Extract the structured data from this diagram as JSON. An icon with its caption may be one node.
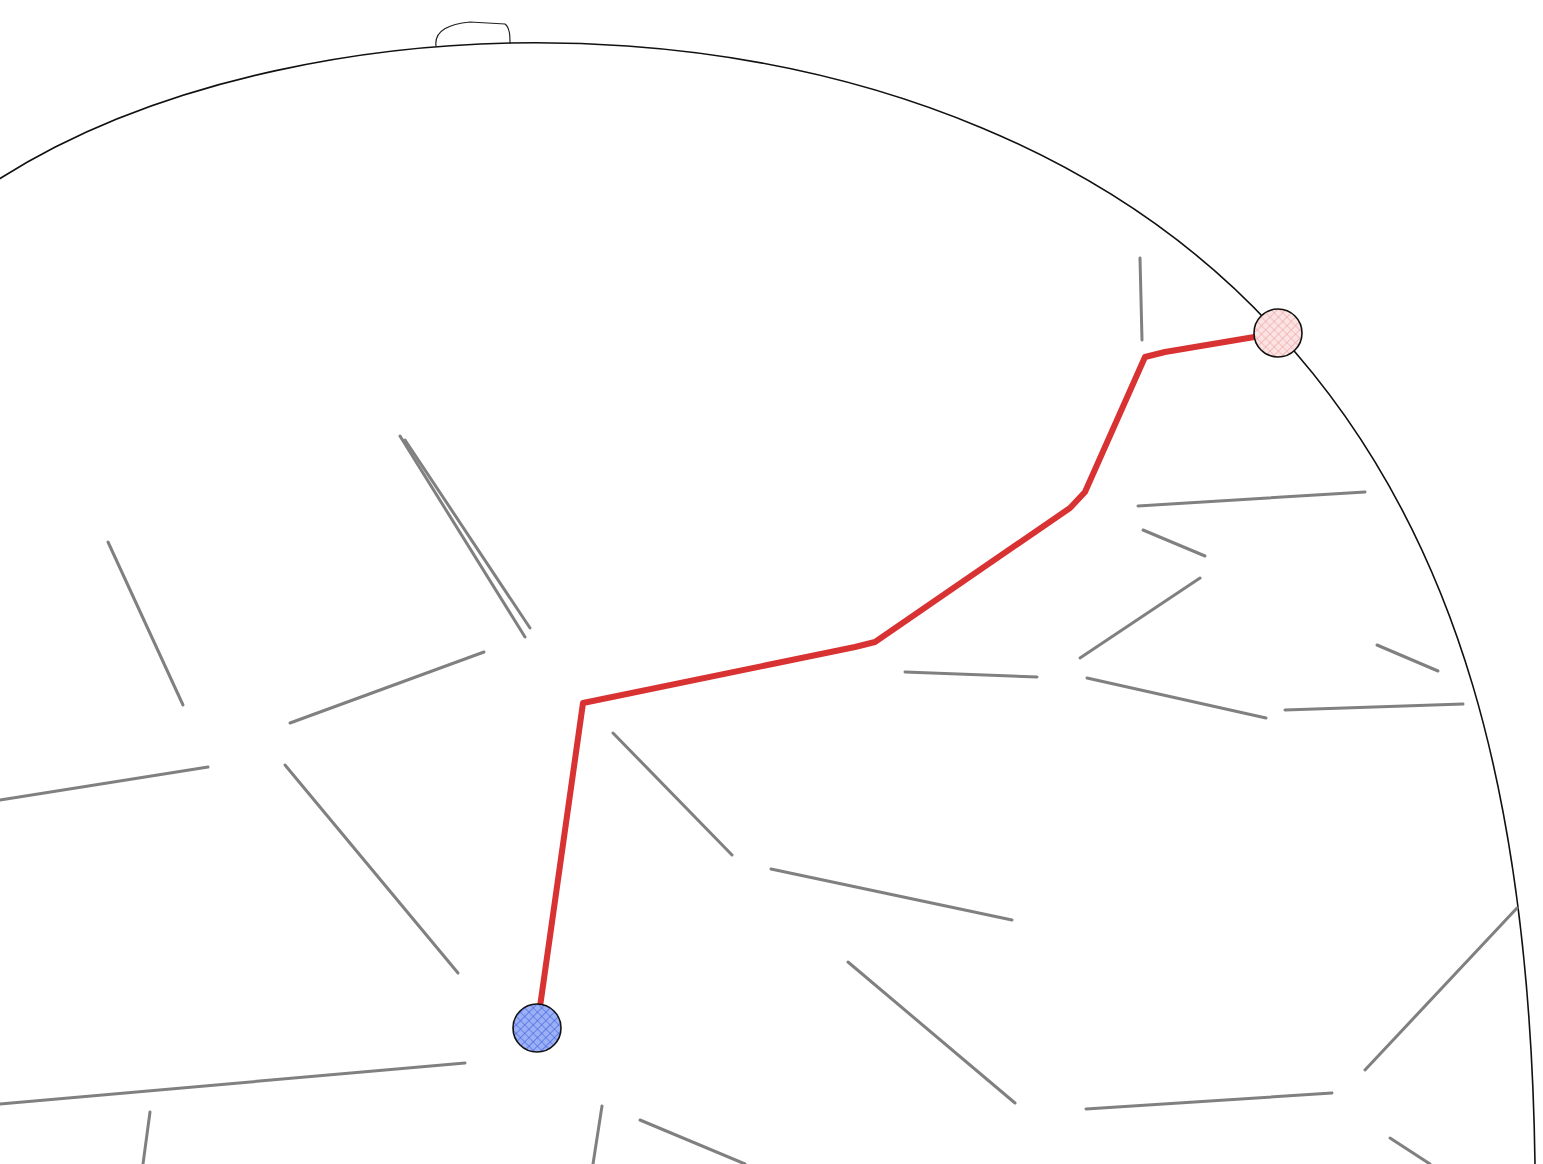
{
  "diagram": {
    "nodes": [
      {
        "text": [],
        "shape": "circle"
      },
      {
        "text": [],
        "shape": "circle"
      }
    ],
    "edges": [
      {
        "from": 0,
        "to": 1,
        "arrow": "none",
        "color": "#d93232"
      }
    ]
  }
}
